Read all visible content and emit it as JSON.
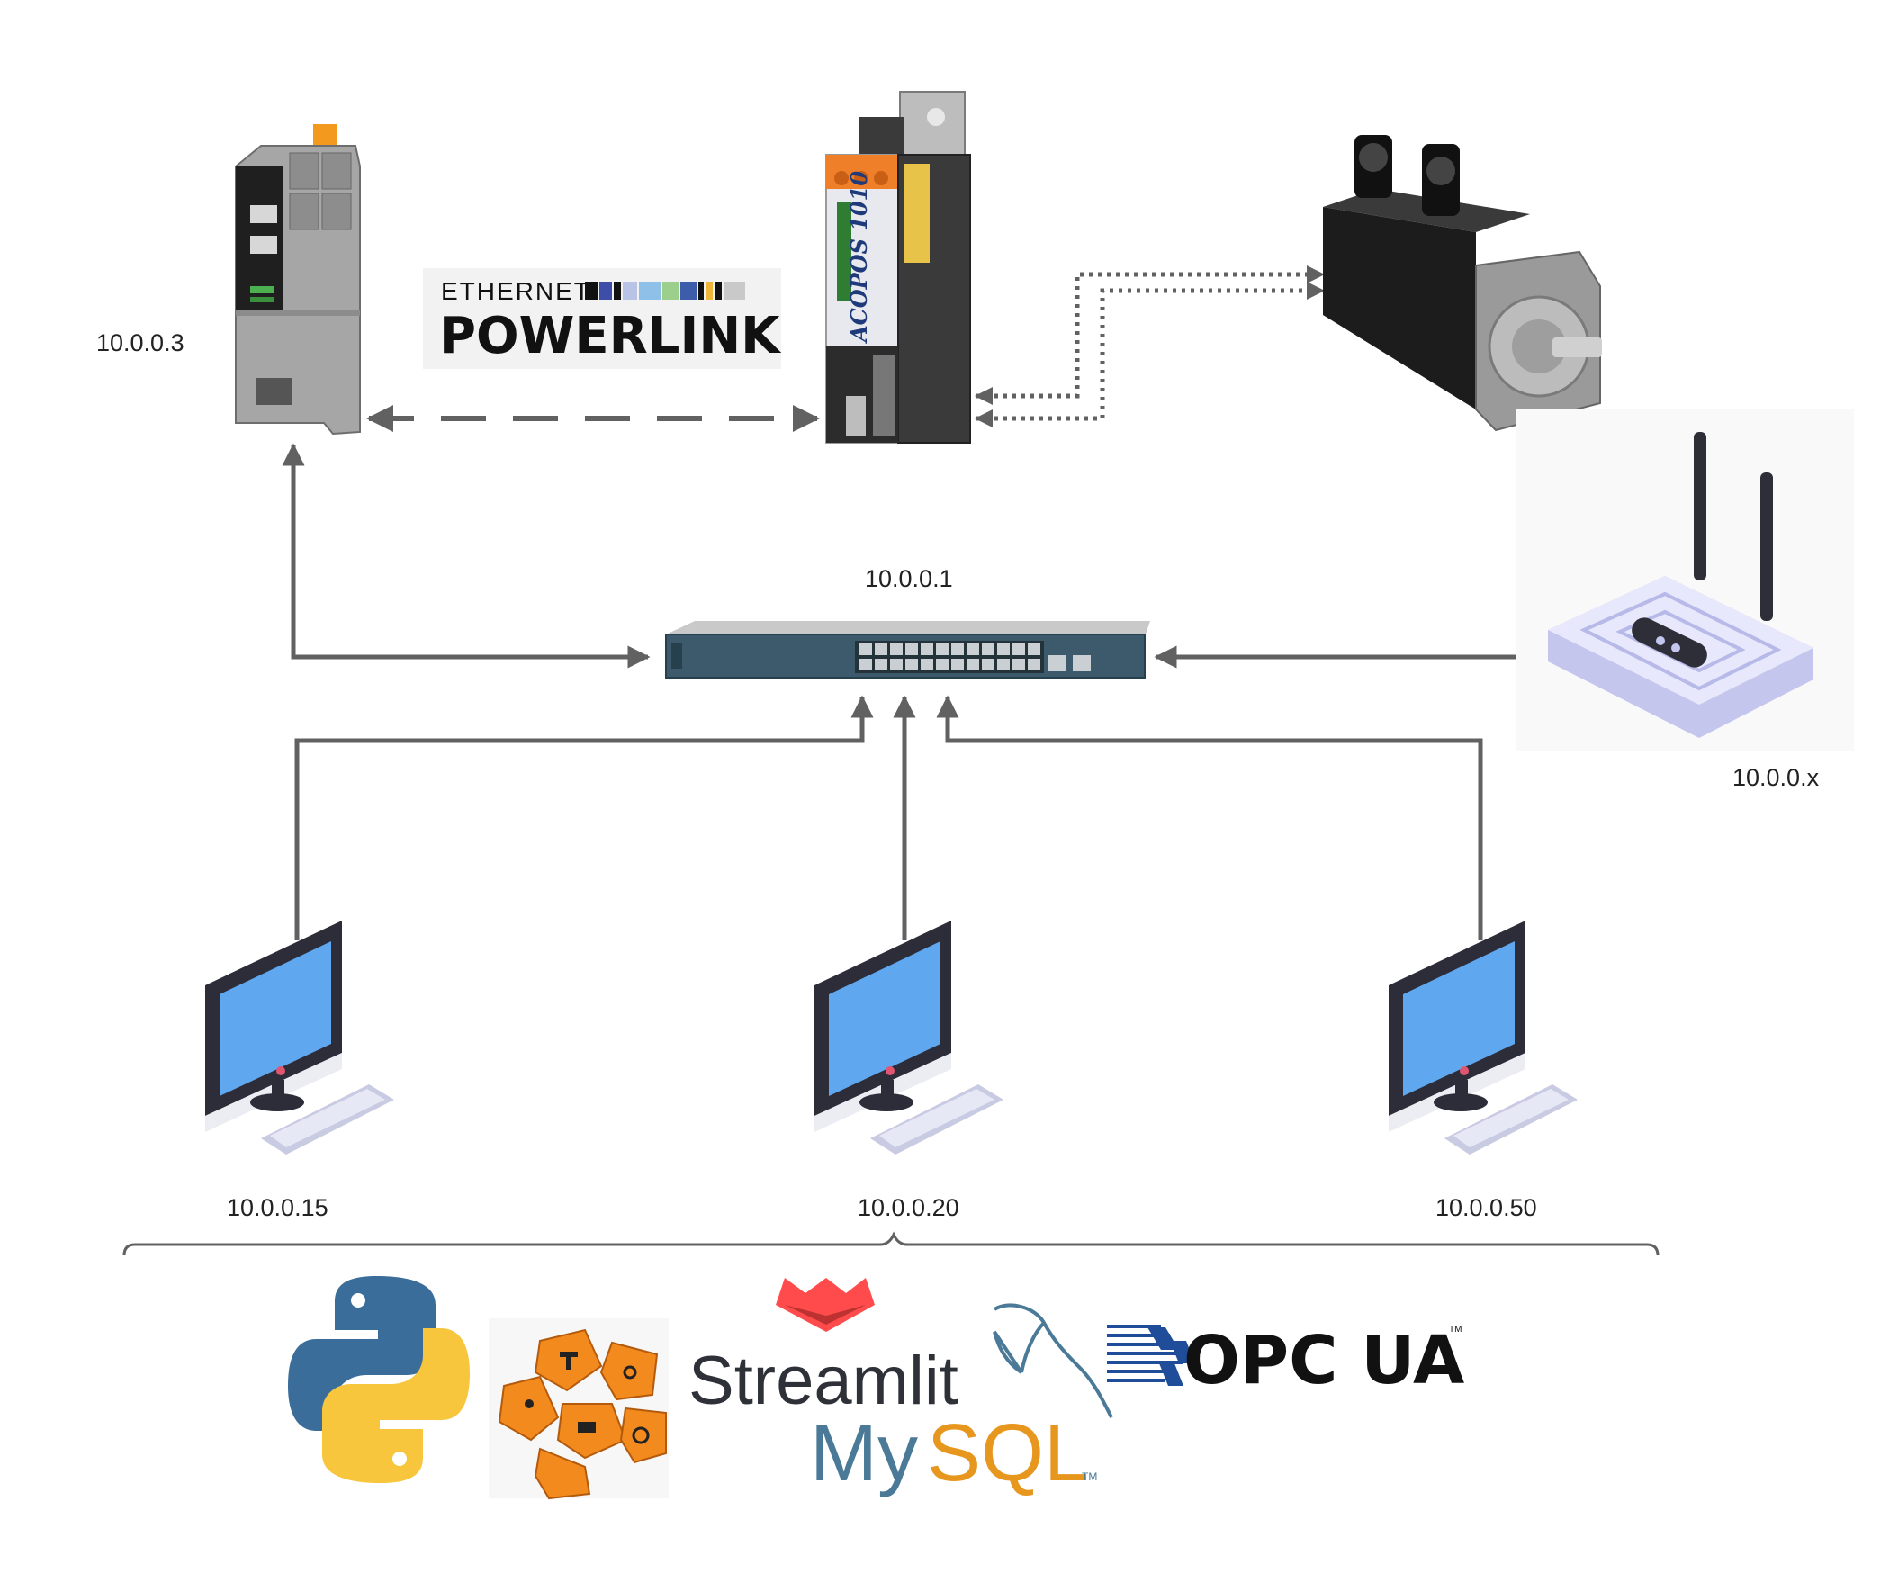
{
  "labels": {
    "plc_ip": "10.0.0.3",
    "switch_ip": "10.0.0.1",
    "router_ip": "10.0.0.x",
    "pc1_ip": "10.0.0.15",
    "pc2_ip": "10.0.0.20",
    "pc3_ip": "10.0.0.50"
  },
  "powerlink": {
    "line1": "ETHERNET",
    "line2": "POWERLINK"
  },
  "drive": {
    "model_text": "ACOPOS 1010"
  },
  "logos": {
    "streamlit": "Streamlit",
    "mysql_my": "My",
    "mysql_sql": "SQL",
    "mysql_tm": "TM",
    "opcua": "OPC UA",
    "opcua_tm": "TM"
  },
  "colors": {
    "line": "#616161",
    "screen_blue": "#5fa8f0",
    "python_blue": "#3a6d9a",
    "python_yellow": "#f7c63d",
    "streamlit_red": "#ff4b4b",
    "mysql_blue": "#4a7a97",
    "mysql_orange": "#e7961e",
    "ros_orange": "#f28a1e"
  }
}
